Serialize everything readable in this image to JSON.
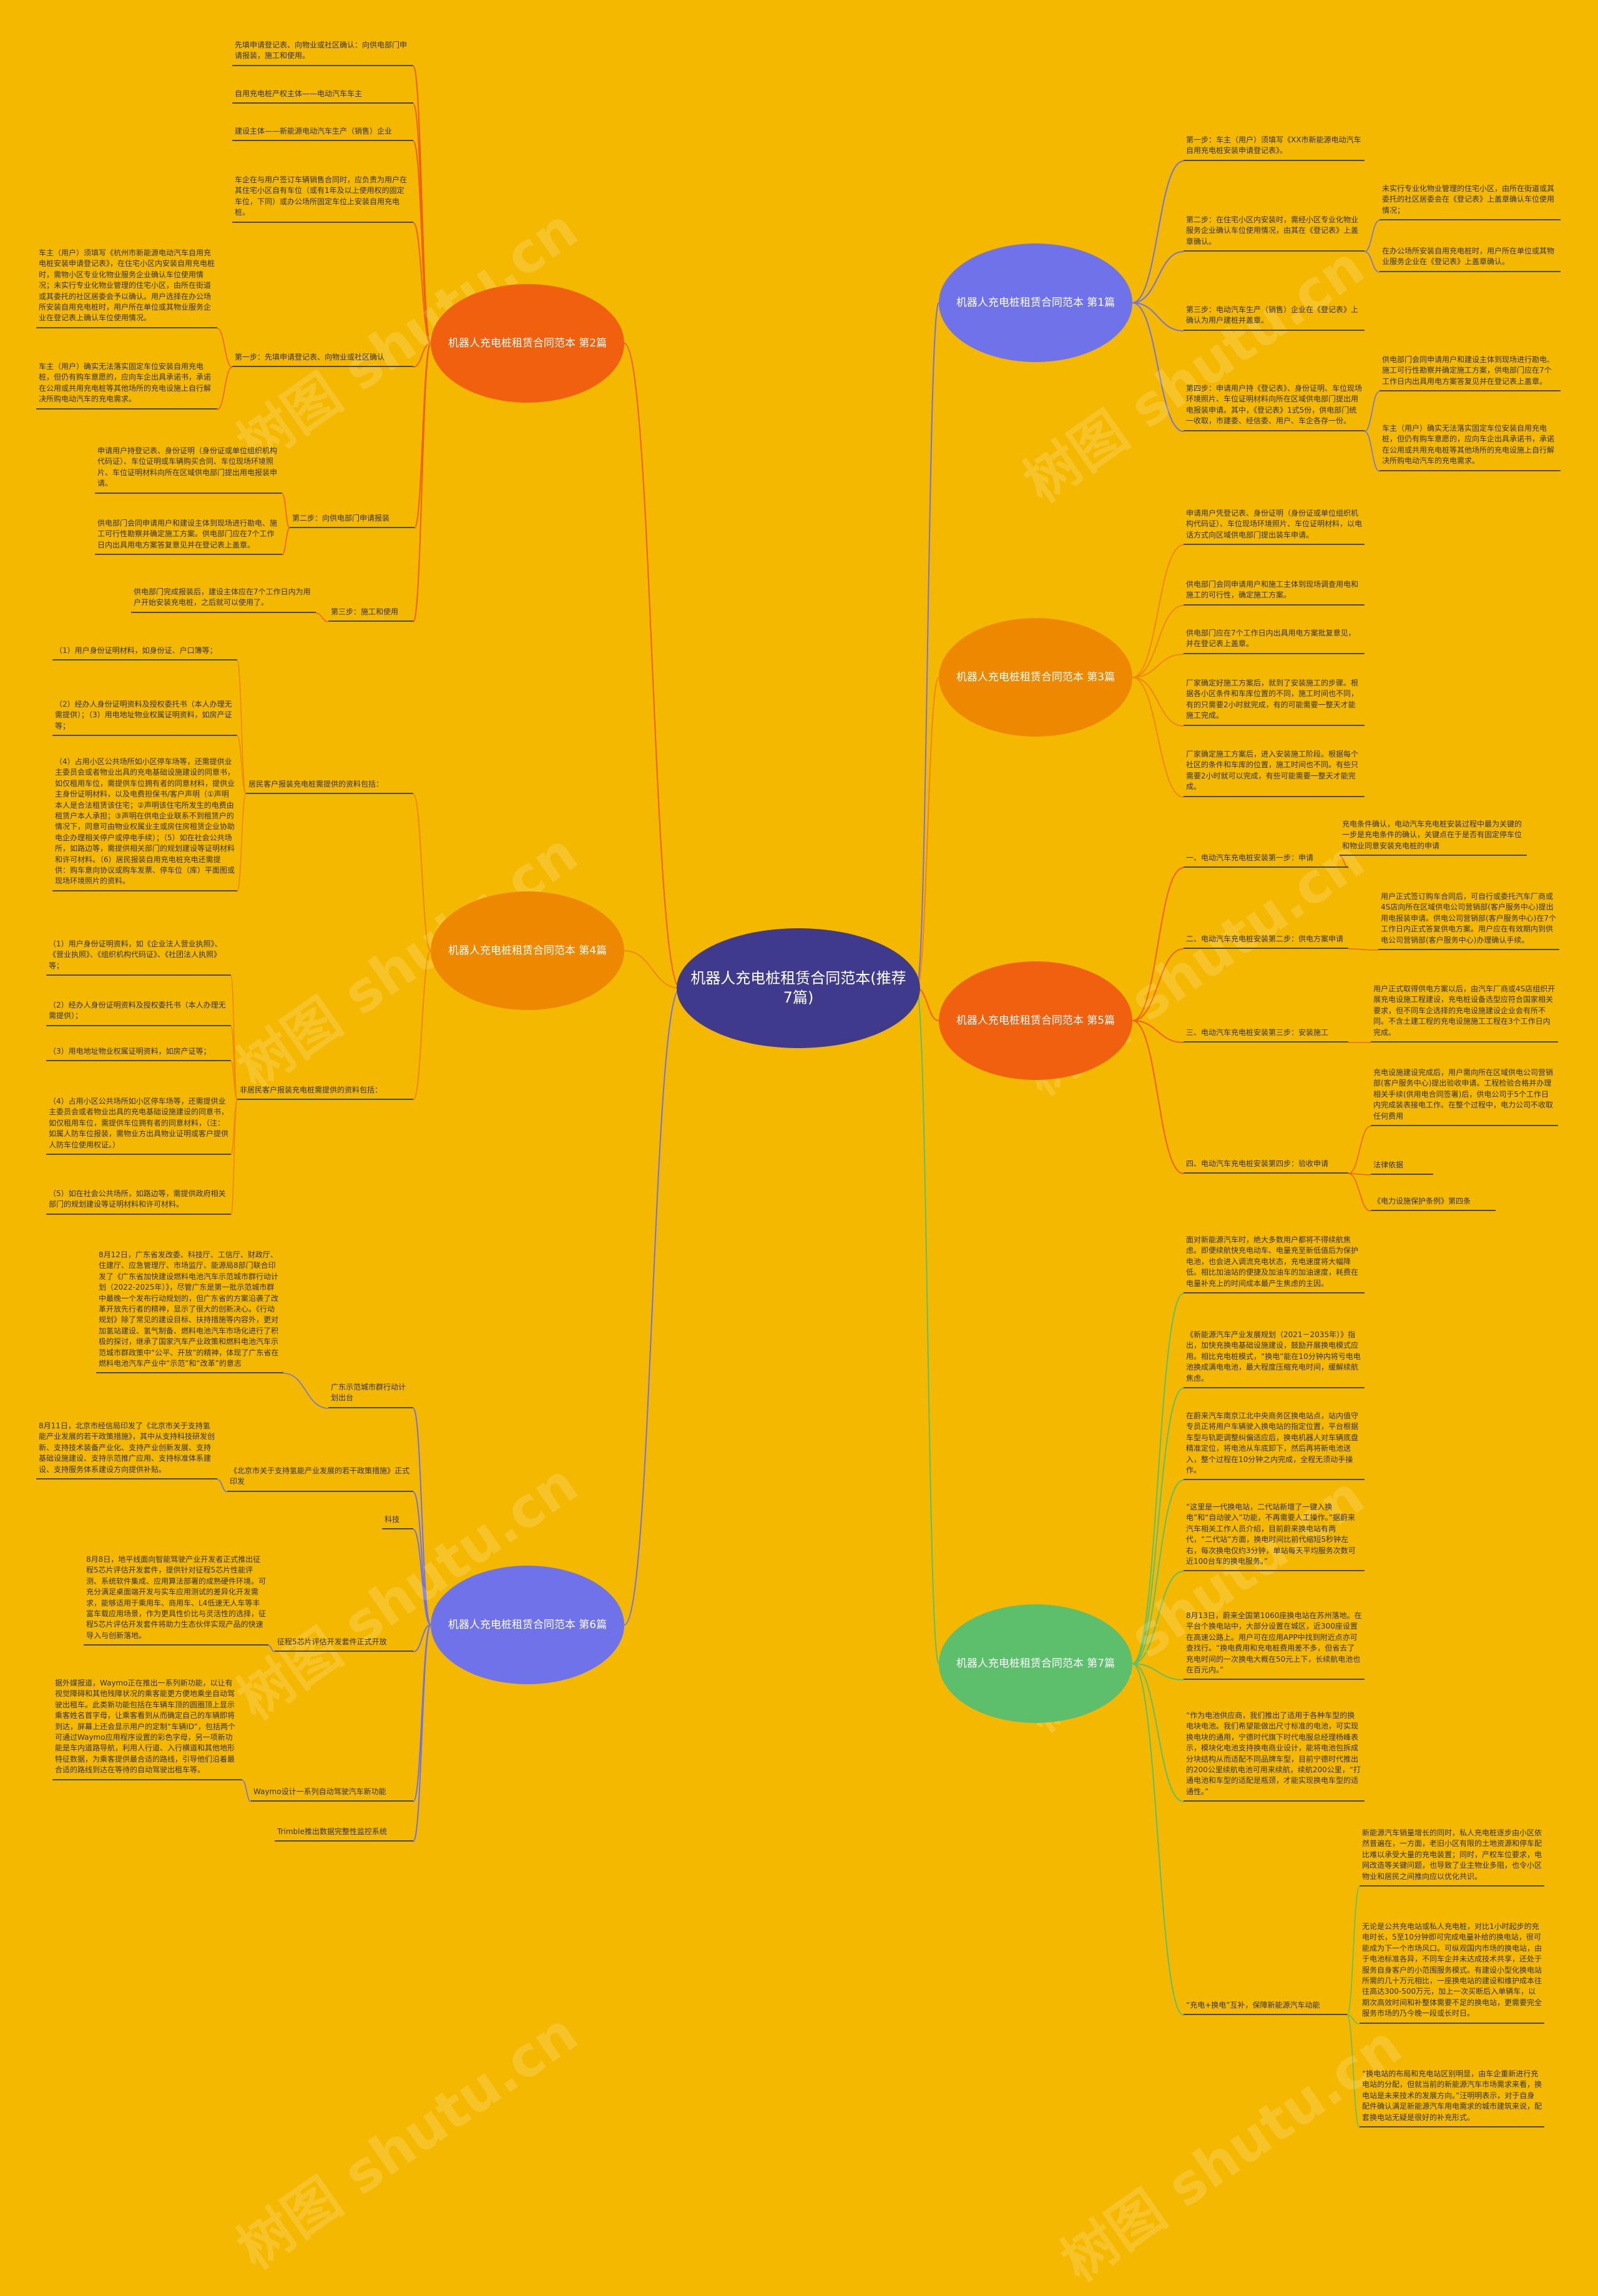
{
  "watermark": "树图 shutu.cn",
  "center": {
    "label": "机器人充电桩租赁合同范本(推荐7篇)",
    "color": "#3f3a8c"
  },
  "branches": [
    {
      "id": "b2",
      "label": "机器人充电桩租赁合同范本 第2篇",
      "color": "#f0600f",
      "items": [
        {
          "text": "先填申请登记表、向物业或社区确认：向供电部门申请报装，施工和使用。"
        },
        {
          "text": "自用充电桩产权主体——电动汽车车主"
        },
        {
          "text": "建设主体——新能源电动汽车生产（销售）企业"
        },
        {
          "text": "车企在与用户签订车辆销售合同时，应负责为用户在其住宅小区自有车位（或有1年及以上使用权的固定车位，下同）或办公场所固定车位上安装自用充电桩。"
        },
        {
          "text": "第一步：先填申请登记表、向物业或社区确认",
          "children": [
            {
              "text": "车主（用户）须填写《杭州市新能源电动汽车自用充电桩安装申请登记表》，在住宅小区内安装自用充电桩时，需物小区专业化物业服务企业确认车位使用情况；未实行专业化物业管理的住宅小区，由所在街道或其委托的社区居委会予以确认。用户选择在办公场所安装自用充电桩时，用户所在单位或其物业服务企业在登记表上确认车位使用情况。"
            },
            {
              "text": "车主（用户）确实无法落实固定车位安装自用充电桩，但仍有购车意愿的，应向车企出具承诺书，承诺在公用或共用充电桩等其他场所的充电设施上自行解决所购电动汽车的充电需求。"
            }
          ]
        },
        {
          "text": "第二步：向供电部门申请报装",
          "children": [
            {
              "text": "申请用户持登记表、身份证明（身份证或单位组织机构代码证）、车位证明或车辆购买合同、车位现场环境照片、车位证明材料向所在区域供电部门提出用电报装申请。"
            },
            {
              "text": "供电部门会同申请用户和建设主体到现场进行勘电、施工可行性勘察并确定施工方案。供电部门应在7个工作日内出具用电方案答复意见并在登记表上盖章。"
            }
          ]
        },
        {
          "text": "第三步：施工和使用",
          "children": [
            {
              "text": "供电部门完成报装后，建设主体应在7个工作日内为用户开始安装充电桩，之后就可以使用了。"
            }
          ]
        }
      ]
    },
    {
      "id": "b4",
      "label": "机器人充电桩租赁合同范本 第4篇",
      "color": "#ee8800",
      "items": [
        {
          "text": "居民客户报装充电桩需提供的资料包括：",
          "children": [
            {
              "text": "（1）用户身份证明材料，如身份证、户口簿等；"
            },
            {
              "text": "（2）经办人身份证明资料及授权委托书（本人办理无需提供）；（3）用电地址物业权属证明资料，如房产证等；"
            },
            {
              "text": "（4）占用小区公共场所如小区停车场等，还需提供业主委员会或者物业出具的充电基础设施建设的同意书，如仅租用车位，需提供车位拥有者的同意材料，提供业主身份证明材料，以及电费担保书/客户声明（①声明本人是合法租赁该住宅；②声明该住宅所发生的电费由租赁户本人承担；③声明在供电企业联系不到租赁户的情况下，同意可由物业权属业主或房住房租赁企业协助电企办理相关停户或停电手续）；（5）如在社会公共场所，如路边等，需提供相关部门的规划建设等证明材料和许可材料。（6）居民报装自用充电桩充电还需提供：购车意向协议或购车发票、停车位（库）平面图或现场环境照片的资料。"
            }
          ]
        },
        {
          "text": "非居民客户报装充电桩需提供的资料包括：",
          "children": [
            {
              "text": "（1）用户身份证明资料，如《企业法人营业执照》、《营业执照》、《组织机构代码证》、《社团法人执照》等；"
            },
            {
              "text": "（2）经办人身份证明资料及授权委托书（本人办理无需提供）；"
            },
            {
              "text": "（3）用电地址物业权属证明资料，如房产证等；"
            },
            {
              "text": "（4）占用小区公共场所如小区停车场等，还需提供业主委员会或者物业出具的充电基础设施建设的同意书，如仅租用车位，需提供车位拥有者的同意材料，（注：如属人防车位报装，需物业方出具物业证明或客户提供人防车位使用权证。）"
            },
            {
              "text": "（5）如在社会公共场所，如路边等，需提供政府相关部门的规划建设等证明材料和许可材料。"
            }
          ]
        }
      ]
    },
    {
      "id": "b6",
      "label": "机器人充电桩租赁合同范本 第6篇",
      "color": "#6f72e8",
      "items": [
        {
          "text": "广东示范城市群行动计划出台",
          "children": [
            {
              "text": "8月12日，广东省发改委、科技厅、工信厅、财政厅、住建厅、应急管理厅、市场监厅、能源局8部门联合印发了《广东省加快建设燃料电池汽车示范城市群行动计划（2022-2025年）》，尽管广东是第一批示范城市群中最晚一个发布行动规划的，但广东省的方案沿袭了改革开放先行者的精神，显示了很大的创新决心。《行动规划》除了常见的建设目标、扶持措施等内容外，更对加氢站建设、氢气制备、燃料电池汽车市场化进行了积极的探讨，继承了国家汽车产业政策和燃料电池汽车示范城市群政策中“公平、开放”的精神，体现了广东省在燃料电池汽车产业中“示范”和“改革”的意志"
            }
          ]
        },
        {
          "text": "《北京市关于支持氢能产业发展的若干政策措施》正式印发",
          "children": [
            {
              "text": "8月11日，北京市经信局印发了《北京市关于支持氢能产业发展的若干政策措施》，其中从支持科技研发创新、支持技术装备产业化、支持产业创新发展、支持基础设施建设、支持示范推广应用、支持标准体系建设、支持服务体系建设方向提供补贴。"
            }
          ]
        },
        {
          "text": "科技"
        },
        {
          "text": "征程5芯片评估开发套件正式开放",
          "children": [
            {
              "text": "8月8日，地平线面向智能驾驶产业开发者正式推出征程5芯片评估开发套件，提供针对征程5芯片性能评测、系统软件集成、应用算法部署的成熟硬件环境。可充分满足桌面端开发与实车应用测试的差异化开发需求，能够适用于乘用车、商用车、L4低速无人车等丰富车载应用场景，作为更具性价比与灵活性的选择，征程5芯片评估开发套件将助力生态伙伴实现产品的快速导入与创新落地。"
            }
          ]
        },
        {
          "text": "Waymo设计一系列自动驾驶汽车新功能",
          "children": [
            {
              "text": "据外媒报道，Waymo正在推出一系列新功能，以让有视觉障碍和其他残障状况的乘客能更方便地乘坐自动驾驶出租车。此类新功能包括在车辆车顶的圆圈顶上显示乘客姓名首字母，让乘客看到从而确定自己的车辆即将到达，屏幕上还会显示用户的定制“车辆ID”，包括两个可通过Waymo应用程序设置的彩色字母，另一项新功能是车内道路导航，利用人行道、入行横道和其他地形特征数据，为乘客提供最合适的路线，引导他们沿着最合适的路线到达在等待的自动驾驶出租车等。"
            }
          ]
        },
        {
          "text": "Trimble推出数据完整性监控系统"
        }
      ]
    },
    {
      "id": "b1",
      "label": "机器人充电桩租赁合同范本 第1篇",
      "color": "#6f72e8",
      "items": [
        {
          "text": "第一步：车主（用户）须填写《XX市新能源电动汽车自用充电桩安装申请登记表》。"
        },
        {
          "text": "第二步：在住宅小区内安装时，需经小区专业化物业服务企业确认车位使用情况，由其在《登记表》上盖章确认。",
          "children": [
            {
              "text": "未实行专业化物业管理的住宅小区，由所在街道或其委托的社区居委会在《登记表》上盖章确认车位使用情况；"
            },
            {
              "text": "在办公场所安装自用充电桩时，用户所在单位或其物业服务企业在《登记表》上盖章确认。"
            }
          ]
        },
        {
          "text": "第三步：电动汽车生产（销售）企业在《登记表》上确认为用户建桩并盖章。"
        },
        {
          "text": "第四步：申请用户持《登记表》、身份证明、车位现场环境照片、车位证明材料向所在区域供电部门提出用电报装申请。其中，《登记表》1式5份，供电部门统一收取，市建委、经信委、用户、车企各存一份。",
          "children": [
            {
              "text": "供电部门会同申请用户和建设主体到现场进行勘电、施工可行性勘察并确定施工方案，供电部门应在7个工作日内出具用电方案答复见并在登记表上盖章。"
            },
            {
              "text": "车主（用户）确实无法落实固定车位安装自用充电桩，但仍有购车意愿的，应向车企出具承诺书，承诺在公用或共用充电桩等其他场所的充电设施上自行解决所购电动汽车的充电需求。"
            }
          ]
        }
      ]
    },
    {
      "id": "b3",
      "label": "机器人充电桩租赁合同范本 第3篇",
      "color": "#ee8800",
      "items": [
        {
          "text": "申请用户凭登记表、身份证明（身份证或单位组织机构代码证）、车位现场环境照片、车位证明材料，以电话方式向区域供电部门提出装车申请。"
        },
        {
          "text": "供电部门会同申请用户和施工主体到现场调查用电和施工的可行性，确定施工方案。"
        },
        {
          "text": "供电部门应在7个工作日内出具用电方案批复意见，并在登记表上盖章。"
        },
        {
          "text": "厂家确定好施工方案后，就到了安装施工的步骤。根据各小区条件和车库位置的不同，施工时间也不同，有的只需要2小时就完成，有的可能需要一整天才能施工完成。"
        },
        {
          "text": "厂家确定施工方案后，进入安装施工阶段。根据每个社区的条件和车库的位置，施工时间也不同。有些只需要2小时就可以完成，有些可能需要一整天才能完成。"
        }
      ]
    },
    {
      "id": "b5",
      "label": "机器人充电桩租赁合同范本 第5篇",
      "color": "#f0600f",
      "items": [
        {
          "text": "一、电动汽车充电桩安装第一步：申请",
          "children": [
            {
              "text": "充电条件确认，电动汽车充电桩安装过程中最为关键的一步是充电条件的确认，关键点在于是否有固定停车位和物业同意安装充电桩的申请"
            }
          ]
        },
        {
          "text": "二、电动汽车充电桩安装第二步：供电方案申请",
          "children": [
            {
              "text": "用户正式签订购车合同后，可自行或委托汽车厂商或4S店向所在区域供电公司营销部(客户服务中心)提出用电报装申请。供电公司营销部(客户服务中心)在7个工作日内正式答复供电方案。用户应在有效期内到供电公司营销部(客户服务中心)办理确认手续。"
            }
          ]
        },
        {
          "text": "三、电动汽车充电桩安装第三步：安装施工",
          "children": [
            {
              "text": "用户正式取得供电方案以后，由汽车厂商或4S店组织开展充电设施工程建设，充电桩设备选型应符合国家相关要求，但不同车企选择的充电设施建设企业会有所不同。不含土建工程的充电设施施工工程在3个工作日内完成。"
            }
          ]
        },
        {
          "text": "四、电动汽车充电桩安装第四步：验收申请",
          "children": [
            {
              "text": "充电设施建设完成后，用户需向所在区域供电公司营销部(客户服务中心)提出验收申请。工程检验合格并办理相关手续(供用电合同签署)后，供电公司于5个工作日内完成装表接电工作。在整个过程中，电力公司不收取任何费用"
            },
            {
              "text": "法律依据"
            },
            {
              "text": "《电力设施保护条例》第四条"
            }
          ]
        }
      ]
    },
    {
      "id": "b7",
      "label": "机器人充电桩租赁合同范本 第7篇",
      "color": "#5dbf6c",
      "items": [
        {
          "text": "面对新能源汽车时，绝大多数用户都将不得续航焦虑。即便续航快充电动车、电量充至新低值后为保护电池，也会进入调流充电状态，充电速度将大幅降低。相比加油站的便捷及加油车的加油速度，耗费在电量补充上的时间成本最产生焦虑的主因。"
        },
        {
          "text": "《新能源汽车产业发展规划（2021－2035年）》指出，加快充换电基础设施建设，鼓励开展换电模式应用。相比充电桩模式，“换电”能在10分钟内将亏电电池换成满电电池，最大程度压缩充电时间，缓解续航焦虑。"
        },
        {
          "text": "在蔚来汽车南京江北中央商务区换电站点，站内值守专员正将用户车辆驶入换电站的指定位置，平台根据车型与轨距调整纠偏适应后，换电机器人对车辆底盘精准定位，将电池从车底卸下，然后再将新电池送入，整个过程在10分钟之内完成，全程无须动手操作。"
        },
        {
          "text": "“这里是一代换电站，二代站新增了一键入换电”和“自动驶入”功能，不再需要人工操作。”据蔚来汽车相关工作人员介绍，目前蔚来换电站有两代，“二代站”方面，换电时间比前代缩短5秒钟左右，每次换电仅约3分钟，单站每天平均服务次数可近100台车的换电服务。”"
        },
        {
          "text": "8月13日，蔚来全国第1060座换电站在苏州落地。在平台个换电站中，大部分设置在城区，近300座设置在高速公路上。用户可在应用APP中找到附近点亦可查找行。“换电费用和充电桩费用差不多，但省去了充电时间的一次换电大概在50元上下，长续航电池也在百元内。”"
        },
        {
          "text": "“作为电池供应商，我们推出了适用于各种车型的换电块电池。我们希望能做出尺寸标准的电池，可实现换电块的通用，宁德时代旗下时代电服总经理杨峰表示，模块化电池支持换电商业设计，能将电池包拆成分块结构从而适配不同品牌车型，目前宁德时代推出的200公里续航电池可用来续航，续航200公里，“打通电池和车型的适配是瓶颈，才能实现换电车型的适通性。”"
        },
        {
          "text": "“充电+换电”互补，保障新能源汽车动能",
          "children": [
            {
              "text": "新能源汽车销量增长的同时，私人充电桩逐步由小区依然普遍在，一方面，老旧小区有限的土地资源和停车配比难以承受大量的充电装置；同时，产权车位要求，电网改造等关键问题，也导致了业主物业多阻，也令小区物业和居民之间推向应以优化共识。"
            },
            {
              "text": "无论是公共充电站或私人充电桩，对比1小时起步的充电时长，5至10分钟即可完成电量补给的换电站，很可能成为下一个市场风口。可纵观国内市场的换电站，由于电池标准各异，不同车企并未达成技术共享，还处于服务自身客户的小范围服务模式。有建设小型化换电站所需的几十万元相比，一座换电站的建设和维护成本往往高达300-500万元，加上一次买断后入单辆车，以期次高效时间和补整体需要不足的换电站，更需要完全服务市场的乃今晚一段或长时日。"
            },
            {
              "text": "“换电站的布局和充电站区别明显，由车企重新进行充电站的分配，但就当前的新能源汽车市场需求来看，换电站是未来技术的发展方向。”汪明明表示，对于自身配件确认满足新能源汽车用电需求的城市建筑来说，配套换电站无疑是很好的补充形式。"
            }
          ]
        }
      ]
    }
  ]
}
